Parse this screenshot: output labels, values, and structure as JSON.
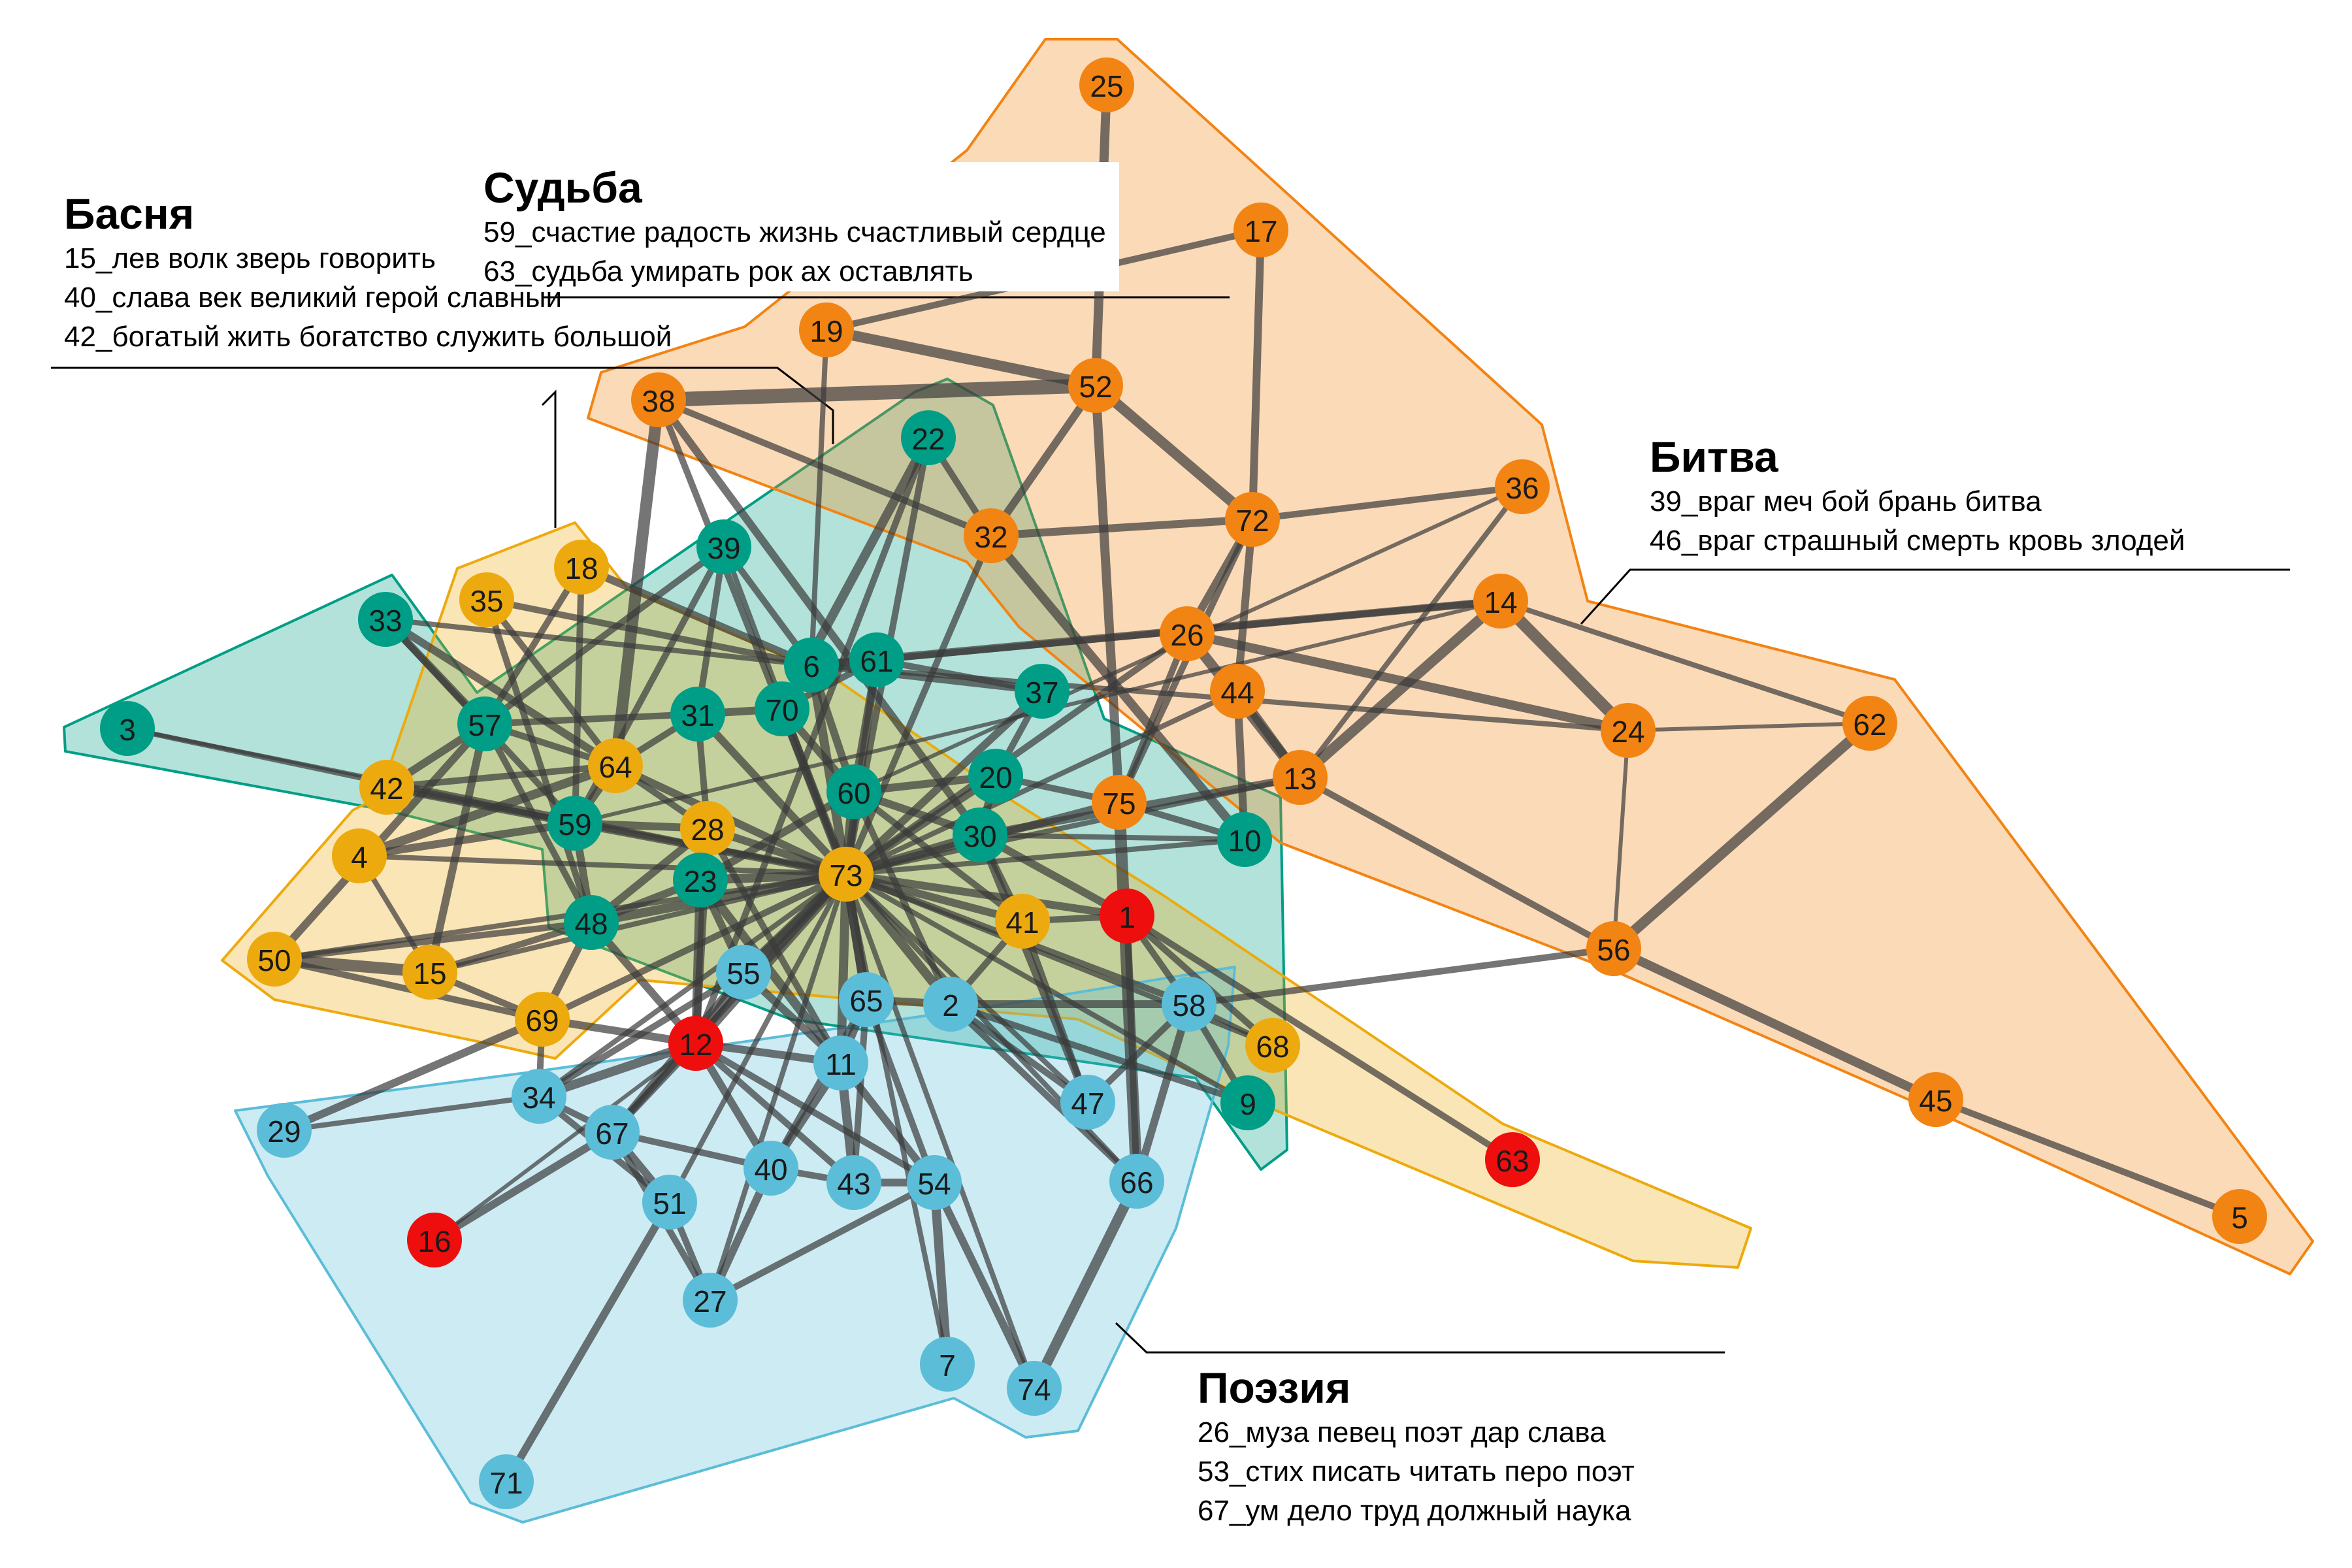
{
  "colors": {
    "teal": "#009E86",
    "orange": "#F28413",
    "yellow": "#EDAA0E",
    "blue": "#5BBDD8",
    "red": "#EE0E0E",
    "edge": "#3a3a3a"
  },
  "groups": [
    {
      "id": "basnya",
      "title": "Басня",
      "color": "yellow",
      "items": [
        "15_лев волк зверь говорить",
        "40_слава век великий герой славный",
        "42_богатый жить богатство служить большой"
      ]
    },
    {
      "id": "sudba",
      "title": "Судьба",
      "color": "red",
      "items": [
        "59_счастие радость жизнь счастливый сердце",
        "63_судьба умирать рок ах оставлять"
      ]
    },
    {
      "id": "bitva",
      "title": "Битва",
      "color": "orange",
      "items": [
        "39_враг меч бой брань битва",
        "46_враг страшный смерть кровь злодей"
      ]
    },
    {
      "id": "poeziya",
      "title": "Поэзия",
      "color": "blue",
      "items": [
        "26_муза певец поэт дар слава",
        "53_стих писать читать перо поэт",
        "67_ум дело труд должный наука"
      ]
    }
  ],
  "nodes": [
    {
      "id": "25",
      "group": "orange"
    },
    {
      "id": "17",
      "group": "orange"
    },
    {
      "id": "19",
      "group": "orange"
    },
    {
      "id": "52",
      "group": "orange"
    },
    {
      "id": "38",
      "group": "orange"
    },
    {
      "id": "22",
      "group": "teal"
    },
    {
      "id": "36",
      "group": "orange"
    },
    {
      "id": "32",
      "group": "orange"
    },
    {
      "id": "72",
      "group": "orange"
    },
    {
      "id": "39",
      "group": "teal"
    },
    {
      "id": "18",
      "group": "yellow"
    },
    {
      "id": "35",
      "group": "yellow"
    },
    {
      "id": "33",
      "group": "teal"
    },
    {
      "id": "14",
      "group": "orange"
    },
    {
      "id": "26",
      "group": "orange"
    },
    {
      "id": "6",
      "group": "teal"
    },
    {
      "id": "61",
      "group": "teal"
    },
    {
      "id": "44",
      "group": "orange"
    },
    {
      "id": "37",
      "group": "teal"
    },
    {
      "id": "70",
      "group": "teal"
    },
    {
      "id": "31",
      "group": "teal"
    },
    {
      "id": "57",
      "group": "teal"
    },
    {
      "id": "3",
      "group": "teal"
    },
    {
      "id": "24",
      "group": "orange"
    },
    {
      "id": "62",
      "group": "orange"
    },
    {
      "id": "64",
      "group": "yellow"
    },
    {
      "id": "42",
      "group": "yellow"
    },
    {
      "id": "20",
      "group": "teal"
    },
    {
      "id": "13",
      "group": "orange"
    },
    {
      "id": "60",
      "group": "teal"
    },
    {
      "id": "75",
      "group": "orange"
    },
    {
      "id": "59",
      "group": "teal"
    },
    {
      "id": "28",
      "group": "yellow"
    },
    {
      "id": "30",
      "group": "teal"
    },
    {
      "id": "10",
      "group": "teal"
    },
    {
      "id": "4",
      "group": "yellow"
    },
    {
      "id": "23",
      "group": "teal"
    },
    {
      "id": "73",
      "group": "yellow"
    },
    {
      "id": "48",
      "group": "teal"
    },
    {
      "id": "1",
      "group": "red"
    },
    {
      "id": "41",
      "group": "yellow"
    },
    {
      "id": "50",
      "group": "yellow"
    },
    {
      "id": "15",
      "group": "yellow"
    },
    {
      "id": "55",
      "group": "blue"
    },
    {
      "id": "56",
      "group": "orange"
    },
    {
      "id": "65",
      "group": "blue"
    },
    {
      "id": "2",
      "group": "blue"
    },
    {
      "id": "58",
      "group": "blue"
    },
    {
      "id": "69",
      "group": "yellow"
    },
    {
      "id": "12",
      "group": "red"
    },
    {
      "id": "68",
      "group": "yellow"
    },
    {
      "id": "11",
      "group": "blue"
    },
    {
      "id": "34",
      "group": "blue"
    },
    {
      "id": "47",
      "group": "blue"
    },
    {
      "id": "9",
      "group": "teal"
    },
    {
      "id": "29",
      "group": "blue"
    },
    {
      "id": "67",
      "group": "blue"
    },
    {
      "id": "45",
      "group": "orange"
    },
    {
      "id": "63",
      "group": "red"
    },
    {
      "id": "40",
      "group": "blue"
    },
    {
      "id": "43",
      "group": "blue"
    },
    {
      "id": "54",
      "group": "blue"
    },
    {
      "id": "66",
      "group": "blue"
    },
    {
      "id": "51",
      "group": "blue"
    },
    {
      "id": "5",
      "group": "orange"
    },
    {
      "id": "16",
      "group": "red"
    },
    {
      "id": "27",
      "group": "blue"
    },
    {
      "id": "7",
      "group": "blue"
    },
    {
      "id": "74",
      "group": "blue"
    },
    {
      "id": "71",
      "group": "blue"
    }
  ]
}
